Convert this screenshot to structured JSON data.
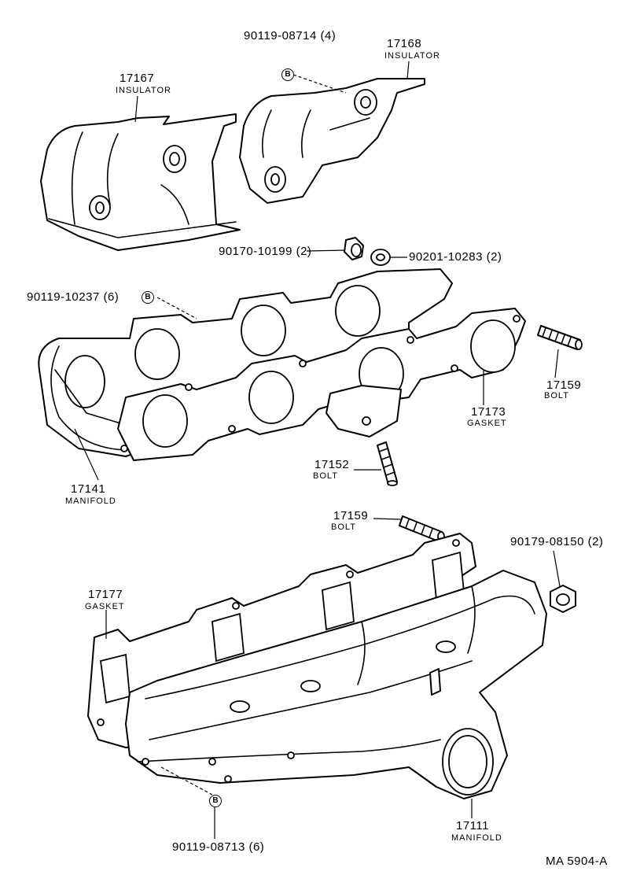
{
  "parts": {
    "insulator_left": {
      "number": "17167",
      "name": "INSULATOR"
    },
    "insulator_right": {
      "number": "17168",
      "name": "INSULATOR"
    },
    "screw_insulator": {
      "number": "90119-08714 (4)",
      "mark": "B"
    },
    "nut_exhaust": {
      "number": "90170-10199 (2)"
    },
    "washer_exhaust": {
      "number": "90201-10283 (2)"
    },
    "screw_exhaust": {
      "number": "90119-10237 (6)",
      "mark": "B"
    },
    "stud_upper": {
      "number": "17159",
      "name": "BOLT"
    },
    "gasket_exhaust": {
      "number": "17173",
      "name": "GASKET"
    },
    "stud_mid": {
      "number": "17152",
      "name": "BOLT"
    },
    "exhaust_manifold": {
      "number": "17141",
      "name": "MANIFOLD"
    },
    "stud_lower": {
      "number": "17159",
      "name": "BOLT"
    },
    "nut_intake": {
      "number": "90179-08150 (2)"
    },
    "gasket_intake": {
      "number": "17177",
      "name": "GASKET"
    },
    "intake_manifold": {
      "number": "17111",
      "name": "MANIFOLD"
    },
    "screw_intake": {
      "number": "90119-08713 (6)",
      "mark": "B"
    }
  },
  "figure_code": "MA 5904-A"
}
